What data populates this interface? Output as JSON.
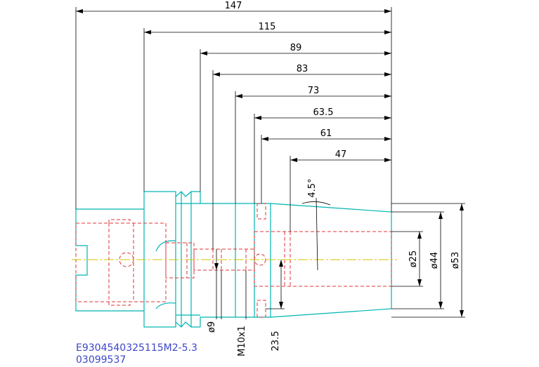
{
  "drawing": {
    "horizontal_dimensions": [
      "147",
      "115",
      "89",
      "83",
      "73",
      "63.5",
      "61",
      "47"
    ],
    "diameter_dimensions": [
      "ø25",
      "ø44",
      "ø53"
    ],
    "bottom_dimensions": [
      "ø9",
      "M10x1",
      "23.5"
    ],
    "angle_label": "4.5°",
    "part_number": "E9304540325115M2-5.3",
    "drawing_number": "03099537"
  },
  "colors": {
    "outline": "#00b4b4",
    "hidden": "#e0353a",
    "centerline": "#d8c400",
    "dimension": "#000000",
    "text_blue": "#3c46c8"
  }
}
